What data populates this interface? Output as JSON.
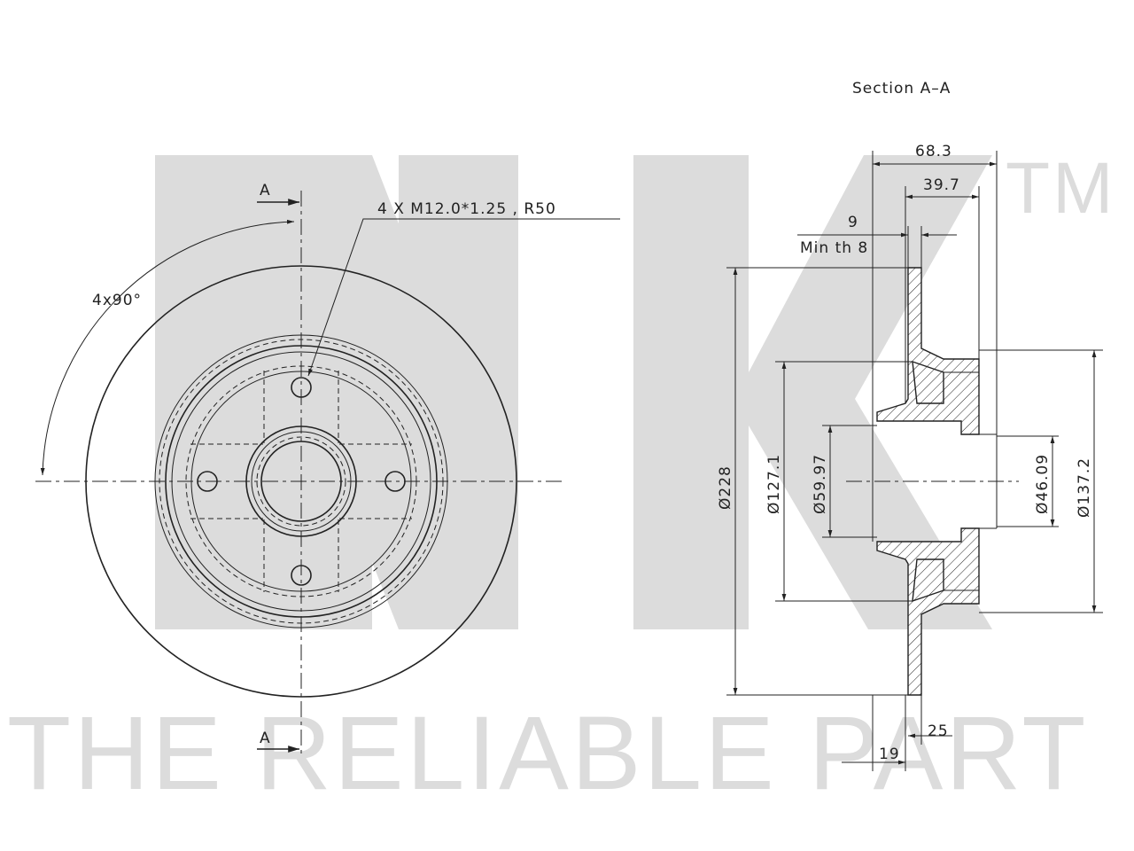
{
  "watermark": {
    "logo_text": "NK",
    "trademark": "TM",
    "tagline": "THE RELIABLE PART"
  },
  "front_view": {
    "section_mark_top": "A",
    "section_mark_bottom": "A",
    "thread_callout": "4 X M12.0*1.25 , R50",
    "angle_label": "4x90°"
  },
  "section_view": {
    "title": "Section A–A",
    "dim_total_height": "68.3",
    "dim_hub_height": "39.7",
    "dim_thickness": "9",
    "dim_min_thickness": "Min th 8",
    "dim_outer_diameter": "Ø228",
    "dim_d1": "Ø127.1",
    "dim_d2": "Ø59.97",
    "dim_d3": "Ø46.09",
    "dim_d4": "Ø137.2",
    "dim_bottom_25": "25",
    "dim_bottom_19": "19"
  },
  "colors": {
    "line": "#222222",
    "watermark": "#dcdcdc"
  }
}
